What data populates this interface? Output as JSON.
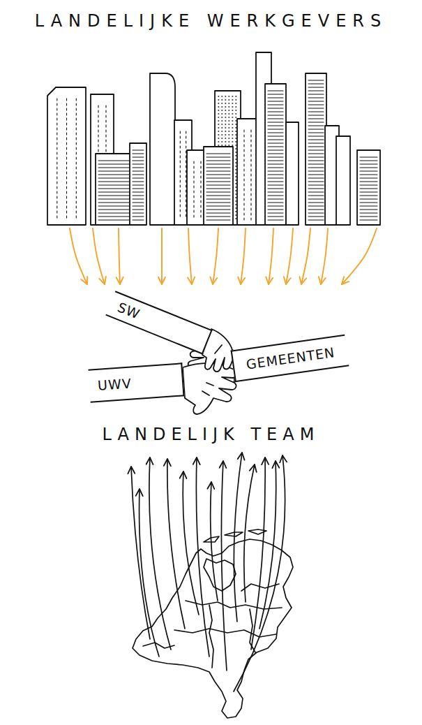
{
  "diagram": {
    "nodes": [
      {
        "text": [
          "LANDELIJKE WERKGEVERS"
        ]
      },
      {
        "text": [
          "LANDELIJK TEAM"
        ]
      },
      {
        "text": [
          "SW"
        ],
        "in": 1
      },
      {
        "text": [
          "UWV"
        ],
        "in": 1
      },
      {
        "text": [
          "GEMEENTEN"
        ],
        "in": 1
      }
    ],
    "edges": [
      {
        "from": 0,
        "to": 1,
        "arrow": "to"
      },
      {
        "from": 0,
        "to": 1,
        "arrow": "to"
      },
      {
        "from": 0,
        "to": 1,
        "arrow": "to"
      },
      {
        "from": 0,
        "to": 1,
        "arrow": "to"
      },
      {
        "from": 0,
        "to": 1,
        "arrow": "to"
      },
      {
        "from": 0,
        "to": 1,
        "arrow": "to"
      },
      {
        "from": 0,
        "to": 1,
        "arrow": "to"
      },
      {
        "from": 0,
        "to": 1,
        "arrow": "to"
      },
      {
        "from": 0,
        "to": 1,
        "arrow": "to"
      },
      {
        "from": 0,
        "to": 1,
        "arrow": "to"
      },
      {
        "from": 0,
        "to": 1,
        "arrow": "to"
      },
      {
        "from": 0,
        "to": 1,
        "arrow": "to"
      }
    ]
  }
}
